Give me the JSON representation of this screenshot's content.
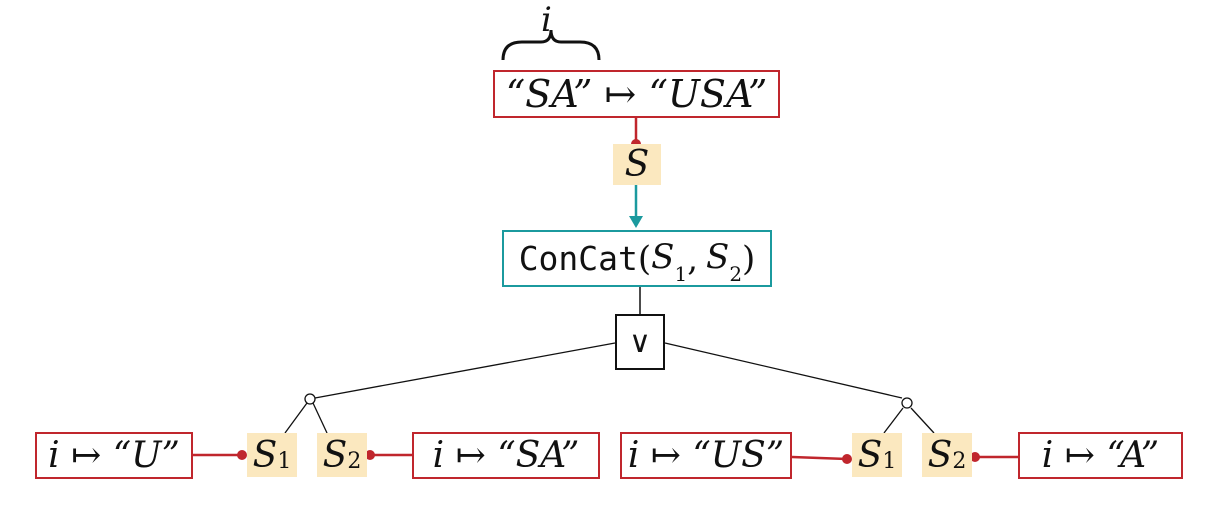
{
  "colors": {
    "red": "#c0262d",
    "teal": "#1b9a9e",
    "var_fill": "#fbe8bf",
    "ink": "#111111"
  },
  "brace_label": "i",
  "root_rule": "“SA” ↦ “USA”",
  "root_var": "S",
  "concat_fn": "ConCat",
  "concat_args": {
    "s1": "S",
    "s1_sub": "1",
    "s2": "S",
    "s2_sub": "2"
  },
  "or_node": "∨",
  "left_branch": {
    "rule_left": "i ↦ “U”",
    "var1": "S",
    "var1_sub": "1",
    "var2": "S",
    "var2_sub": "2",
    "rule_right": "i ↦ “SA”"
  },
  "right_branch": {
    "rule_left": "i ↦ “US”",
    "var1": "S",
    "var1_sub": "1",
    "var2": "S",
    "var2_sub": "2",
    "rule_right": "i ↦ “A”"
  }
}
